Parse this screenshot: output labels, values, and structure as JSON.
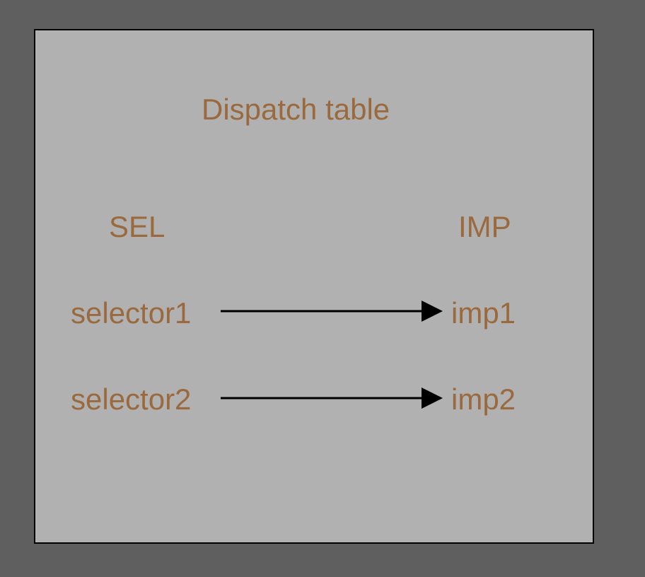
{
  "diagram": {
    "title": "Dispatch table",
    "columns": {
      "sel": "SEL",
      "imp": "IMP"
    },
    "rows": [
      {
        "selector": "selector1",
        "imp": "imp1"
      },
      {
        "selector": "selector2",
        "imp": "imp2"
      }
    ]
  },
  "colors": {
    "background": "#5f5f5f",
    "box_fill": "#b1b1b1",
    "box_border": "#000000",
    "text": "#9a6a3e",
    "arrow": "#000000"
  }
}
